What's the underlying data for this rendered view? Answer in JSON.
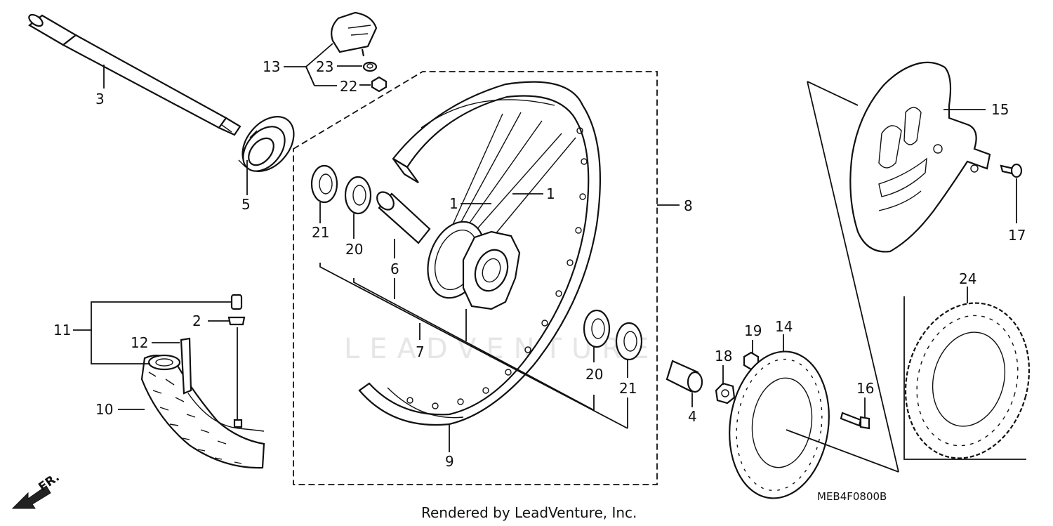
{
  "diagram_code": "MEB4F0800B",
  "footer": "Rendered by LeadVenture, Inc.",
  "watermark": "LEADVENTURE",
  "direction_label": "FR.",
  "callouts": {
    "c1a": "1",
    "c1b": "1",
    "c2": "2",
    "c3": "3",
    "c4": "4",
    "c5": "5",
    "c6": "6",
    "c7": "7",
    "c8": "8",
    "c9": "9",
    "c10": "10",
    "c11": "11",
    "c12": "12",
    "c13": "13",
    "c14": "14",
    "c15": "15",
    "c16": "16",
    "c17": "17",
    "c18": "18",
    "c19": "19",
    "c20a": "20",
    "c20b": "20",
    "c21a": "21",
    "c21b": "21",
    "c22": "22",
    "c23": "23",
    "c24": "24"
  }
}
